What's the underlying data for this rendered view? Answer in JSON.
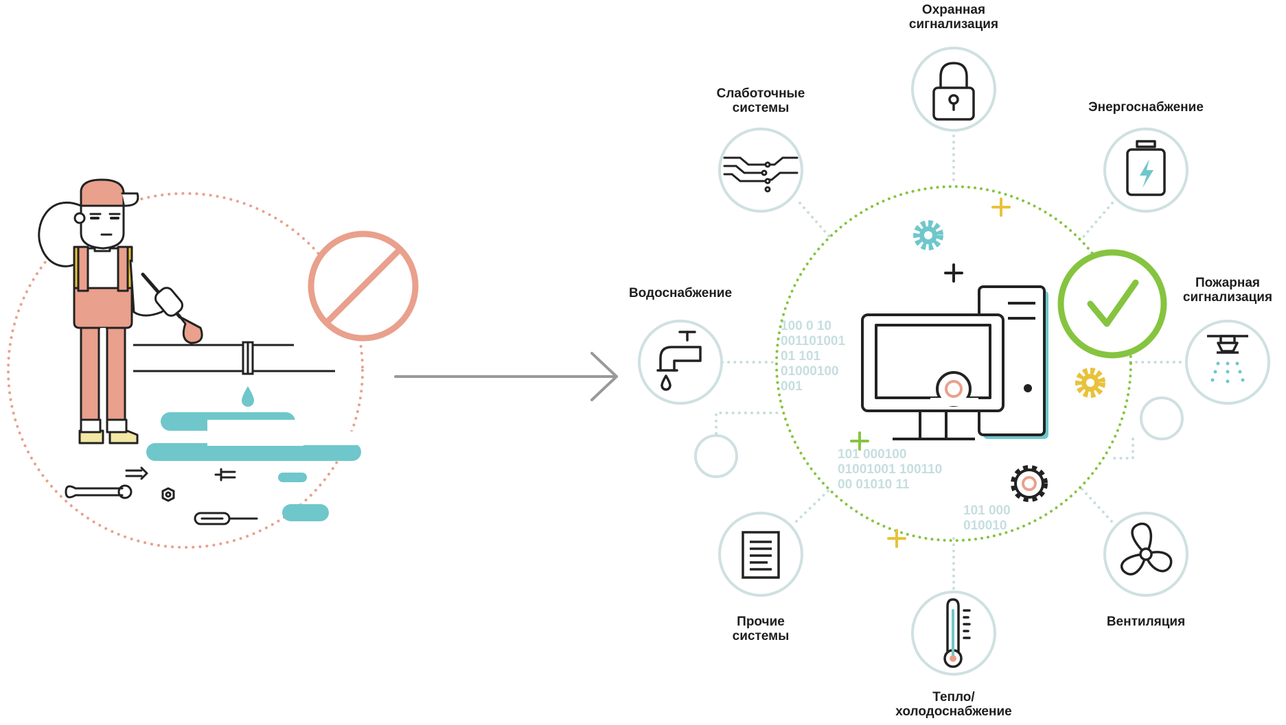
{
  "colors": {
    "salmon": "#e9a08c",
    "teal": "#6fc7cb",
    "green": "#86c440",
    "yellow": "#e8c23a",
    "node_ring": "#cfe0e1",
    "connector": "#c6dedf",
    "dark": "#222222",
    "arrow": "#999999"
  },
  "nodes": {
    "security_alarm": {
      "line1": "Охранная",
      "line2": "сигнализация",
      "icon": "padlock-icon"
    },
    "low_current": {
      "line1": "Слаботочные",
      "line2": "системы",
      "icon": "circuit-icon"
    },
    "power_supply": {
      "line1": "Энергоснабжение",
      "icon": "battery-icon"
    },
    "fire_alarm": {
      "line1": "Пожарная",
      "line2": "сигнализация",
      "icon": "sprinkler-icon"
    },
    "water_supply": {
      "line1": "Водоснабжение",
      "icon": "faucet-icon"
    },
    "ventilation": {
      "line1": "Вентиляция",
      "icon": "fan-icon"
    },
    "heat_cold": {
      "line1": "Тепло/",
      "line2": "холодоснабжение",
      "icon": "thermometer-icon"
    },
    "other_systems": {
      "line1": "Прочие",
      "line2": "системы",
      "icon": "document-icon"
    }
  },
  "binary_text": {
    "block1": [
      "100    0       10",
      "001101001",
      "01      101",
      "01000100",
      "001"
    ],
    "block2": [
      "101       000100",
      "01001001   100110",
      "   00   01010      11"
    ],
    "block3": [
      "101          000",
      "010010"
    ]
  }
}
